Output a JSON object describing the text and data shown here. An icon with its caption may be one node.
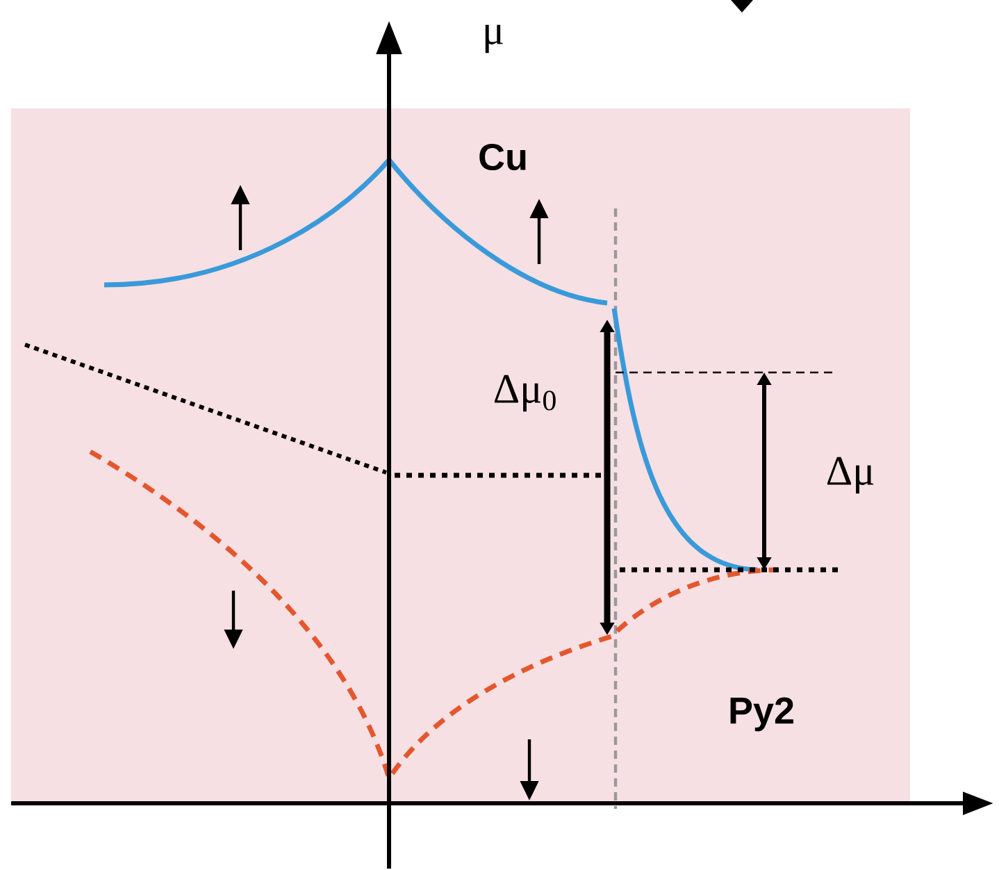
{
  "diagram": {
    "labels": [
      "μ",
      "Cu",
      "Δμ$_{0}$",
      "Δμ",
      "Py2"
    ]
  }
}
